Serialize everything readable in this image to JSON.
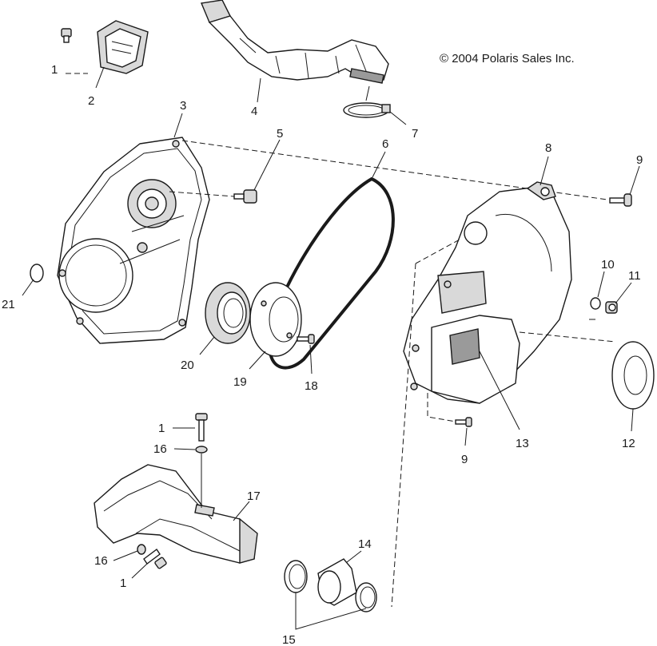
{
  "copyright": "© 2004 Polaris Sales Inc.",
  "callouts": {
    "c1a": "1",
    "c1b": "1",
    "c1c": "1",
    "c2": "2",
    "c3": "3",
    "c4": "4",
    "c5": "5",
    "c6": "6",
    "c7": "7",
    "c8": "8",
    "c9a": "9",
    "c9b": "9",
    "c10": "10",
    "c11": "11",
    "c12": "12",
    "c13": "13",
    "c14": "14",
    "c15": "15",
    "c16a": "16",
    "c16b": "16",
    "c17": "17",
    "c18": "18",
    "c19": "19",
    "c20": "20",
    "c21": "21"
  }
}
